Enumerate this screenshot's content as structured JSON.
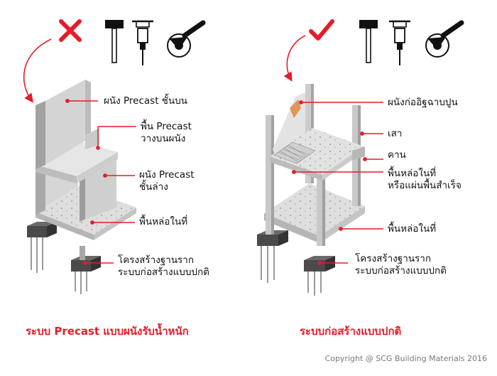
{
  "left": {
    "title": "ระบบ Precast แบบผนังรับน้ำหนัก",
    "labels": [
      {
        "lines": [
          "ผนัง Precast ชั้นบน"
        ]
      },
      {
        "lines": [
          "พื้น Precast",
          "วางบนผนัง"
        ]
      },
      {
        "lines": [
          "ผนัง Precast",
          "ชั้นล่าง"
        ]
      },
      {
        "lines": [
          "พื้นหล่อในที่"
        ]
      },
      {
        "lines": [
          "โครงสร้างฐานราก",
          "ระบบก่อสร้างแบบปกติ"
        ]
      }
    ]
  },
  "right": {
    "title": "ระบบก่อสร้างแบบปกติ",
    "labels": [
      {
        "lines": [
          "ผนังก่ออิฐฉาบปูน"
        ]
      },
      {
        "lines": [
          "เสา"
        ]
      },
      {
        "lines": [
          "คาน"
        ]
      },
      {
        "lines": [
          "พื้นหล่อในที่",
          "หรือแผ่นพื้นสำเร็จ"
        ]
      },
      {
        "lines": [
          "พื้นหล่อในที่"
        ]
      },
      {
        "lines": [
          "โครงสร้างฐานราก",
          "ระบบก่อสร้างแบบปกติ"
        ]
      }
    ]
  },
  "copyright": "Copyright  @ SCG Building Materials 2016",
  "colors": {
    "accent": "#e51c2a",
    "concrete_light": "#e3e3e3",
    "concrete_mid": "#c8c8c8",
    "concrete_dark": "#9a9a9a",
    "brick": "#e0955a"
  },
  "icons": {
    "left_status": "cross-icon",
    "right_status": "check-icon",
    "tools": [
      "hammer-icon",
      "jackhammer-icon",
      "angle-grinder-icon"
    ]
  }
}
